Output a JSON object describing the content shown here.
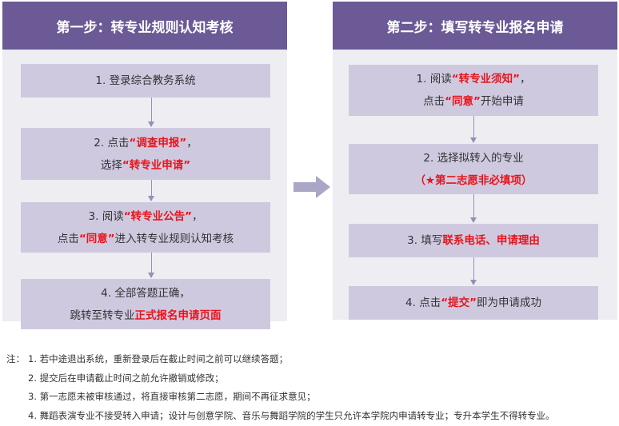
{
  "step1": {
    "header": "第一步：转专业规则认知考核",
    "items": [
      {
        "line1": "1. 登录综合教务系统"
      },
      {
        "line1_pre": "2. 点击",
        "line1_hl": "“调查申报”",
        "line1_post": "，",
        "line2_pre": "选择",
        "line2_hl": "“转专业申请”"
      },
      {
        "line1_pre": "3. 阅读",
        "line1_hl": "“转专业公告”",
        "line1_post": "，",
        "line2_pre": "点击",
        "line2_hl": "“同意”",
        "line2_post": "进入转专业规则认知考核"
      },
      {
        "line1": "4. 全部答题正确，",
        "line2_pre": "跳转至转专业",
        "line2_hl": "正式报名申请页面"
      }
    ]
  },
  "step2": {
    "header": "第二步：填写转专业报名申请",
    "items": [
      {
        "line1_pre": "1. 阅读",
        "line1_hl": "“转专业须知”",
        "line1_post": "，",
        "line2_pre": "点击",
        "line2_hl": "“同意”",
        "line2_post": "开始申请"
      },
      {
        "line1": "2. 选择拟转入的专业",
        "line2_hl": "（★第二志愿非必填项）"
      },
      {
        "line1_pre": "3. 填写",
        "line1_hl": "联系电话、申请理由"
      },
      {
        "line1_pre": "4. 点击",
        "line1_hl": "“提交”",
        "line1_post": "即为申请成功"
      }
    ]
  },
  "notes": {
    "prefix": "注：",
    "items": [
      "1. 若中途退出系统，重新登录后在截止时间之前可以继续答题；",
      "2. 提交后在申请截止时间之前允许撤销或修改；",
      "3. 第一志愿未被审核通过，将直接审核第二志愿，期间不再征求意见；",
      "4. 舞蹈表演专业不接受转入申请；设计与创意学院、音乐与舞蹈学院的学生只允许本学院内申请转专业；专升本学生不得转专业。"
    ]
  },
  "colors": {
    "header": "#6b5a96",
    "box": "#cfc9e0",
    "panel": "#eeedf2",
    "highlight": "#e8141b"
  }
}
